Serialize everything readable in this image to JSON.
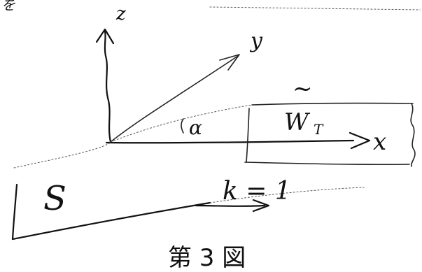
{
  "figure": {
    "corner_mark": "を",
    "axis_z_label": "z",
    "axis_y_label": "y",
    "axis_x_label": "x",
    "angle_label": "α",
    "top_symbol": "~",
    "region_w_label": "W",
    "region_w_subscript": "T",
    "region_s_label": "S",
    "k_label": "k = 1",
    "caption": "第 3 図"
  }
}
